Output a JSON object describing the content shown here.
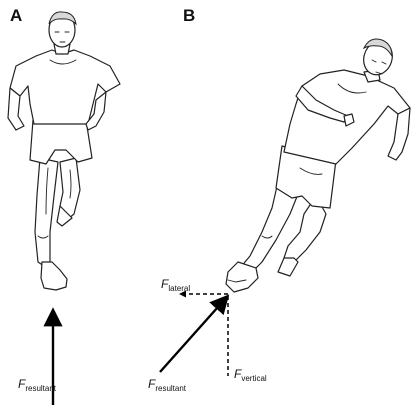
{
  "panels": {
    "a": {
      "label": "A",
      "force": {
        "symbol": "F",
        "subscript": "resultant"
      }
    },
    "b": {
      "label": "B",
      "force_lateral": {
        "symbol": "F",
        "subscript": "lateral"
      },
      "force_resultant": {
        "symbol": "F",
        "subscript": "resultant"
      },
      "force_vertical": {
        "symbol": "F",
        "subscript": "vertical"
      }
    }
  },
  "colors": {
    "line": "#222222",
    "arrow": "#000000",
    "background": "#ffffff"
  }
}
